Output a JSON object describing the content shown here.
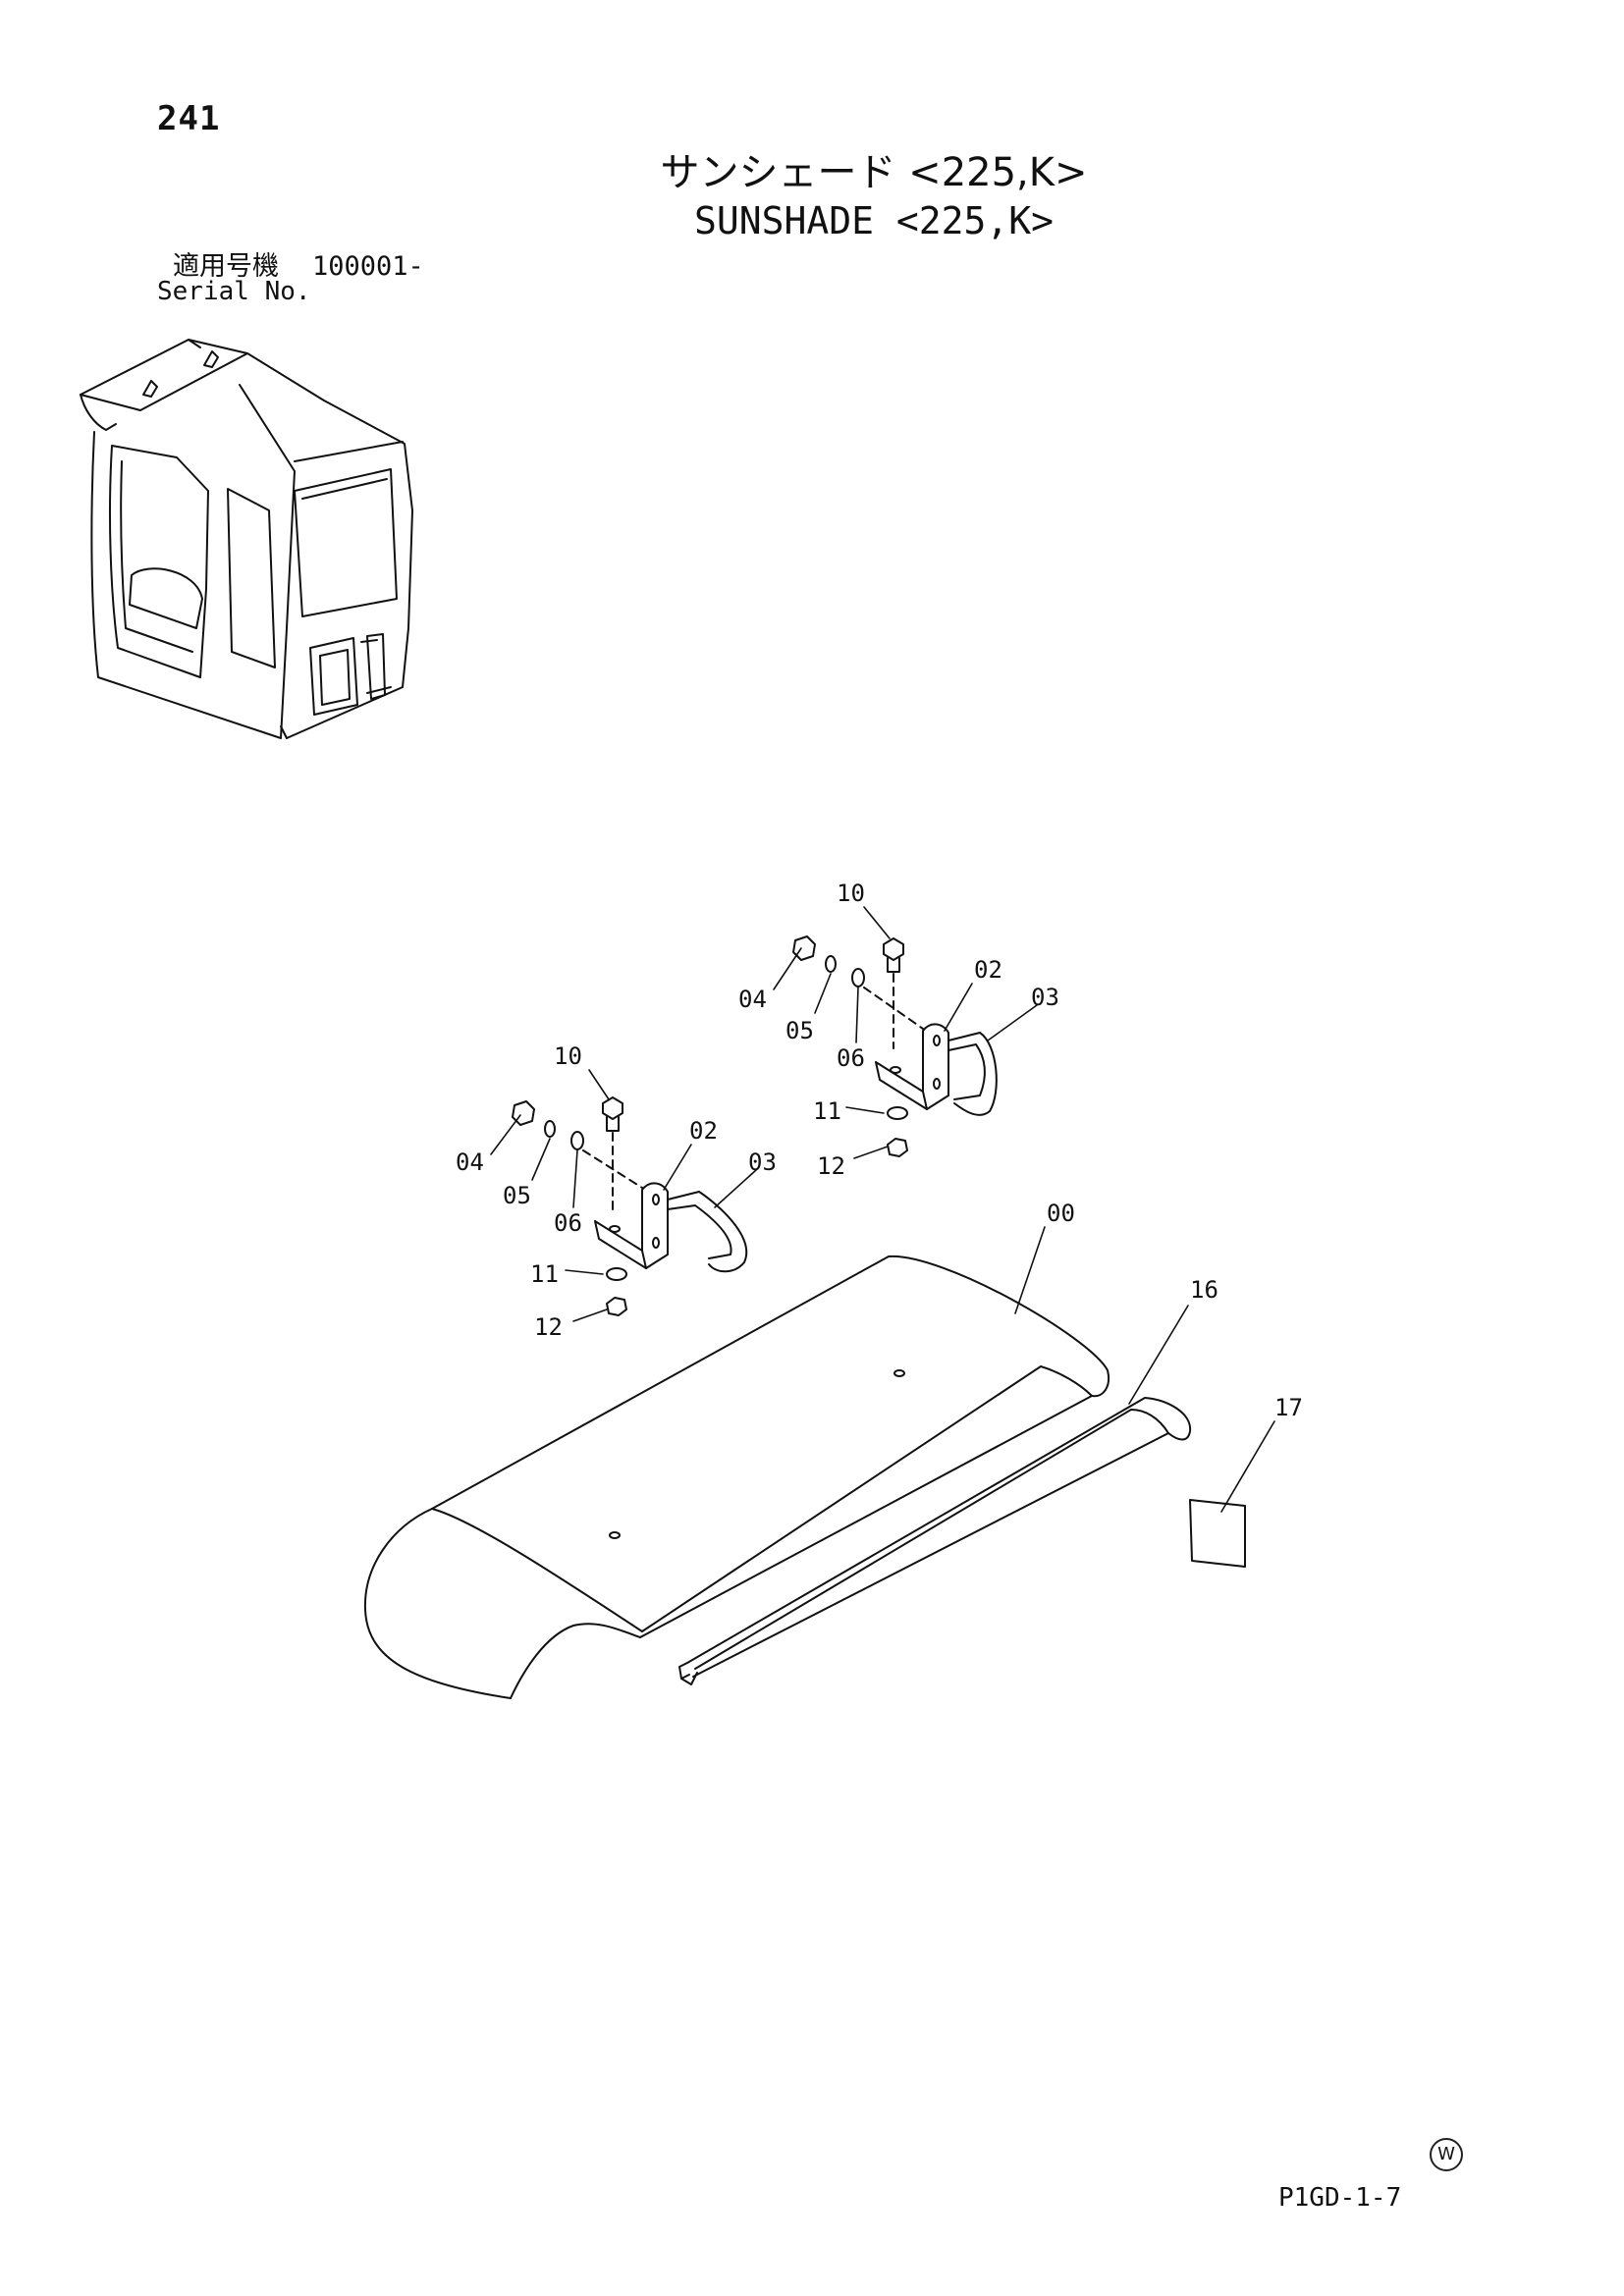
{
  "header": {
    "page_number": "241",
    "title_jp": "サンシェード <225,K>",
    "title_en": "SUNSHADE <225,K>"
  },
  "serial": {
    "label_jp": "適用号機",
    "value": "100001-",
    "label_en": "Serial No."
  },
  "callouts": {
    "c00": "00",
    "c16": "16",
    "c17": "17",
    "r10": "10",
    "r04": "04",
    "r05": "05",
    "r06": "06",
    "r02": "02",
    "r03": "03",
    "r11": "11",
    "r12": "12",
    "l10": "10",
    "l04": "04",
    "l05": "05",
    "l06": "06",
    "l02": "02",
    "l03": "03",
    "l11": "11",
    "l12": "12"
  },
  "footer": {
    "watermark_symbol": "W",
    "drawing_code": "P1GD-1-7"
  }
}
